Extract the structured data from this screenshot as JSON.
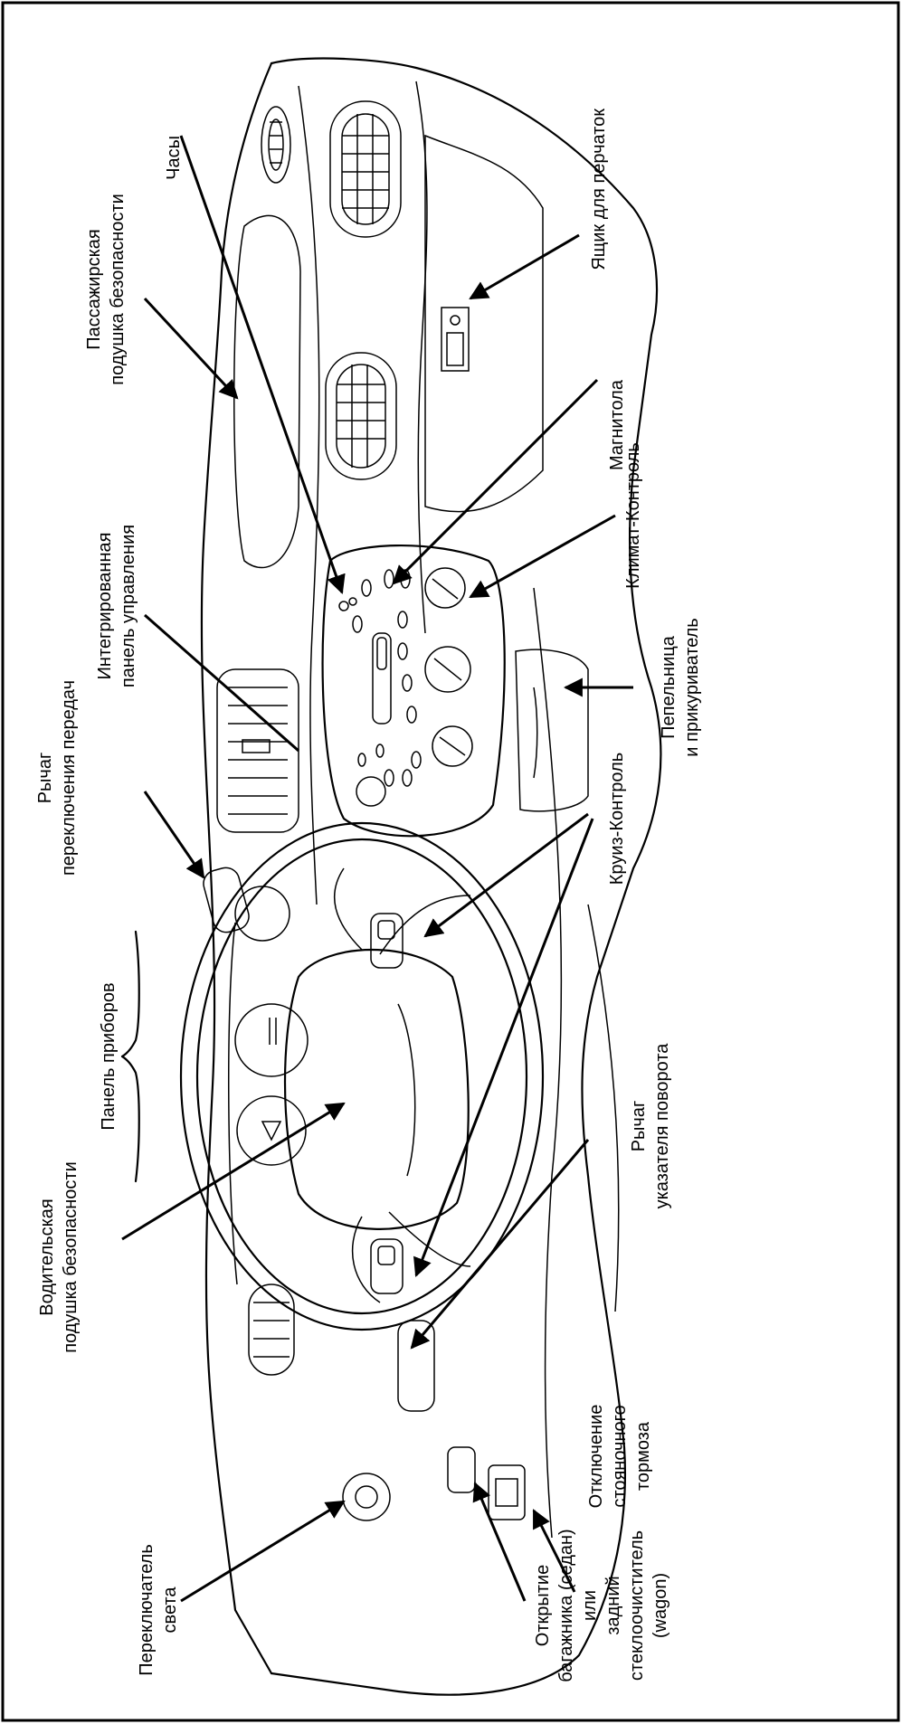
{
  "diagram": {
    "labels": {
      "clock": "Часы",
      "glove_box": "Ящик для перчаток",
      "passenger_airbag_1": "Пассажирская",
      "passenger_airbag_2": "подушка безопасности",
      "radio": "Магнитола",
      "integrated_panel_1": "Интегрированная",
      "integrated_panel_2": "панель управления",
      "climate_control": "Климат-Контроль",
      "ashtray_1": "Пепельница",
      "ashtray_2": "и прикуриватель",
      "gear_lever_1": "Рычаг",
      "gear_lever_2": "переключения передач",
      "cruise_control": "Круиз-Контроль",
      "instrument_panel": "Панель приборов",
      "turn_signal_1": "Рычаг",
      "turn_signal_2": "указателя поворота",
      "driver_airbag_1": "Водительская",
      "driver_airbag_2": "подушка безопасности",
      "parking_brake_1": "Отключение",
      "parking_brake_2": "стояночного",
      "parking_brake_3": "тормоза",
      "light_switch_1": "Переключатель",
      "light_switch_2": "света",
      "trunk_1": "Открытие",
      "trunk_2": "багажника (седан)",
      "trunk_3": "или",
      "trunk_4": "задний",
      "trunk_5": "стеклоочиститель",
      "trunk_6": "(wagon)"
    }
  }
}
